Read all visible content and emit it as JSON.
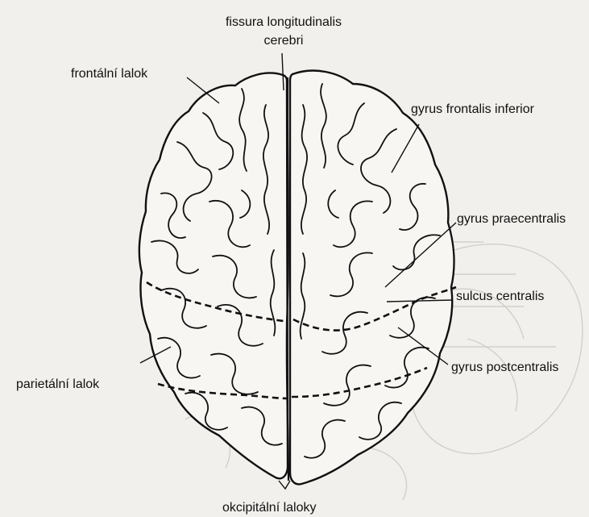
{
  "labels": {
    "fissura_line1": "fissura longitudinalis",
    "fissura_line2": "cerebri",
    "frontalni_lalok": "frontální lalok",
    "gyrus_frontalis_inferior": "gyrus frontalis inferior",
    "gyrus_praecentralis": "gyrus praecentralis",
    "sulcus_centralis": "sulcus centralis",
    "gyrus_postcentralis": "gyrus postcentralis",
    "parietalni_lalok": "parietální lalok",
    "okcipitalni_laloky": "okcipitální laloky"
  },
  "colors": {
    "background": "#f2f0ec",
    "ink": "#111111",
    "faint": "#c9c6c0"
  }
}
